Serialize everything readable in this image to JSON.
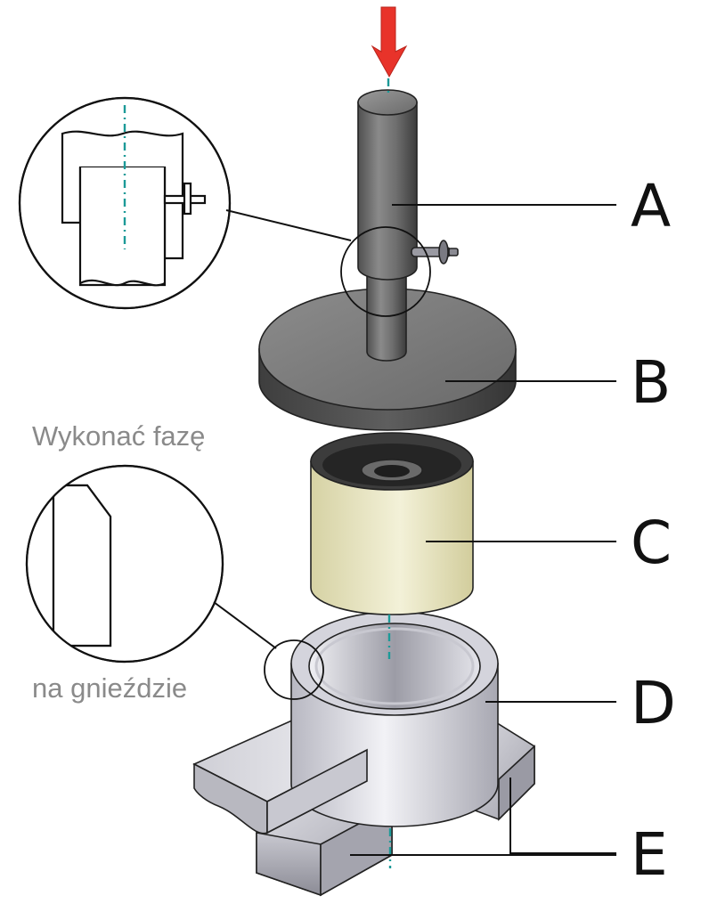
{
  "labels": {
    "A": "A",
    "B": "B",
    "C": "C",
    "D": "D",
    "E": "E"
  },
  "notes": {
    "chamfer_line1": "Wykonać fazę",
    "chamfer_line2": "na gnieździe"
  },
  "colors": {
    "arrow": "#e8332a",
    "axis": "#1c9a98",
    "sleeve": "#eeeccc",
    "steel_dark": "#6c6c6c",
    "steel_light": "#dedee6"
  }
}
